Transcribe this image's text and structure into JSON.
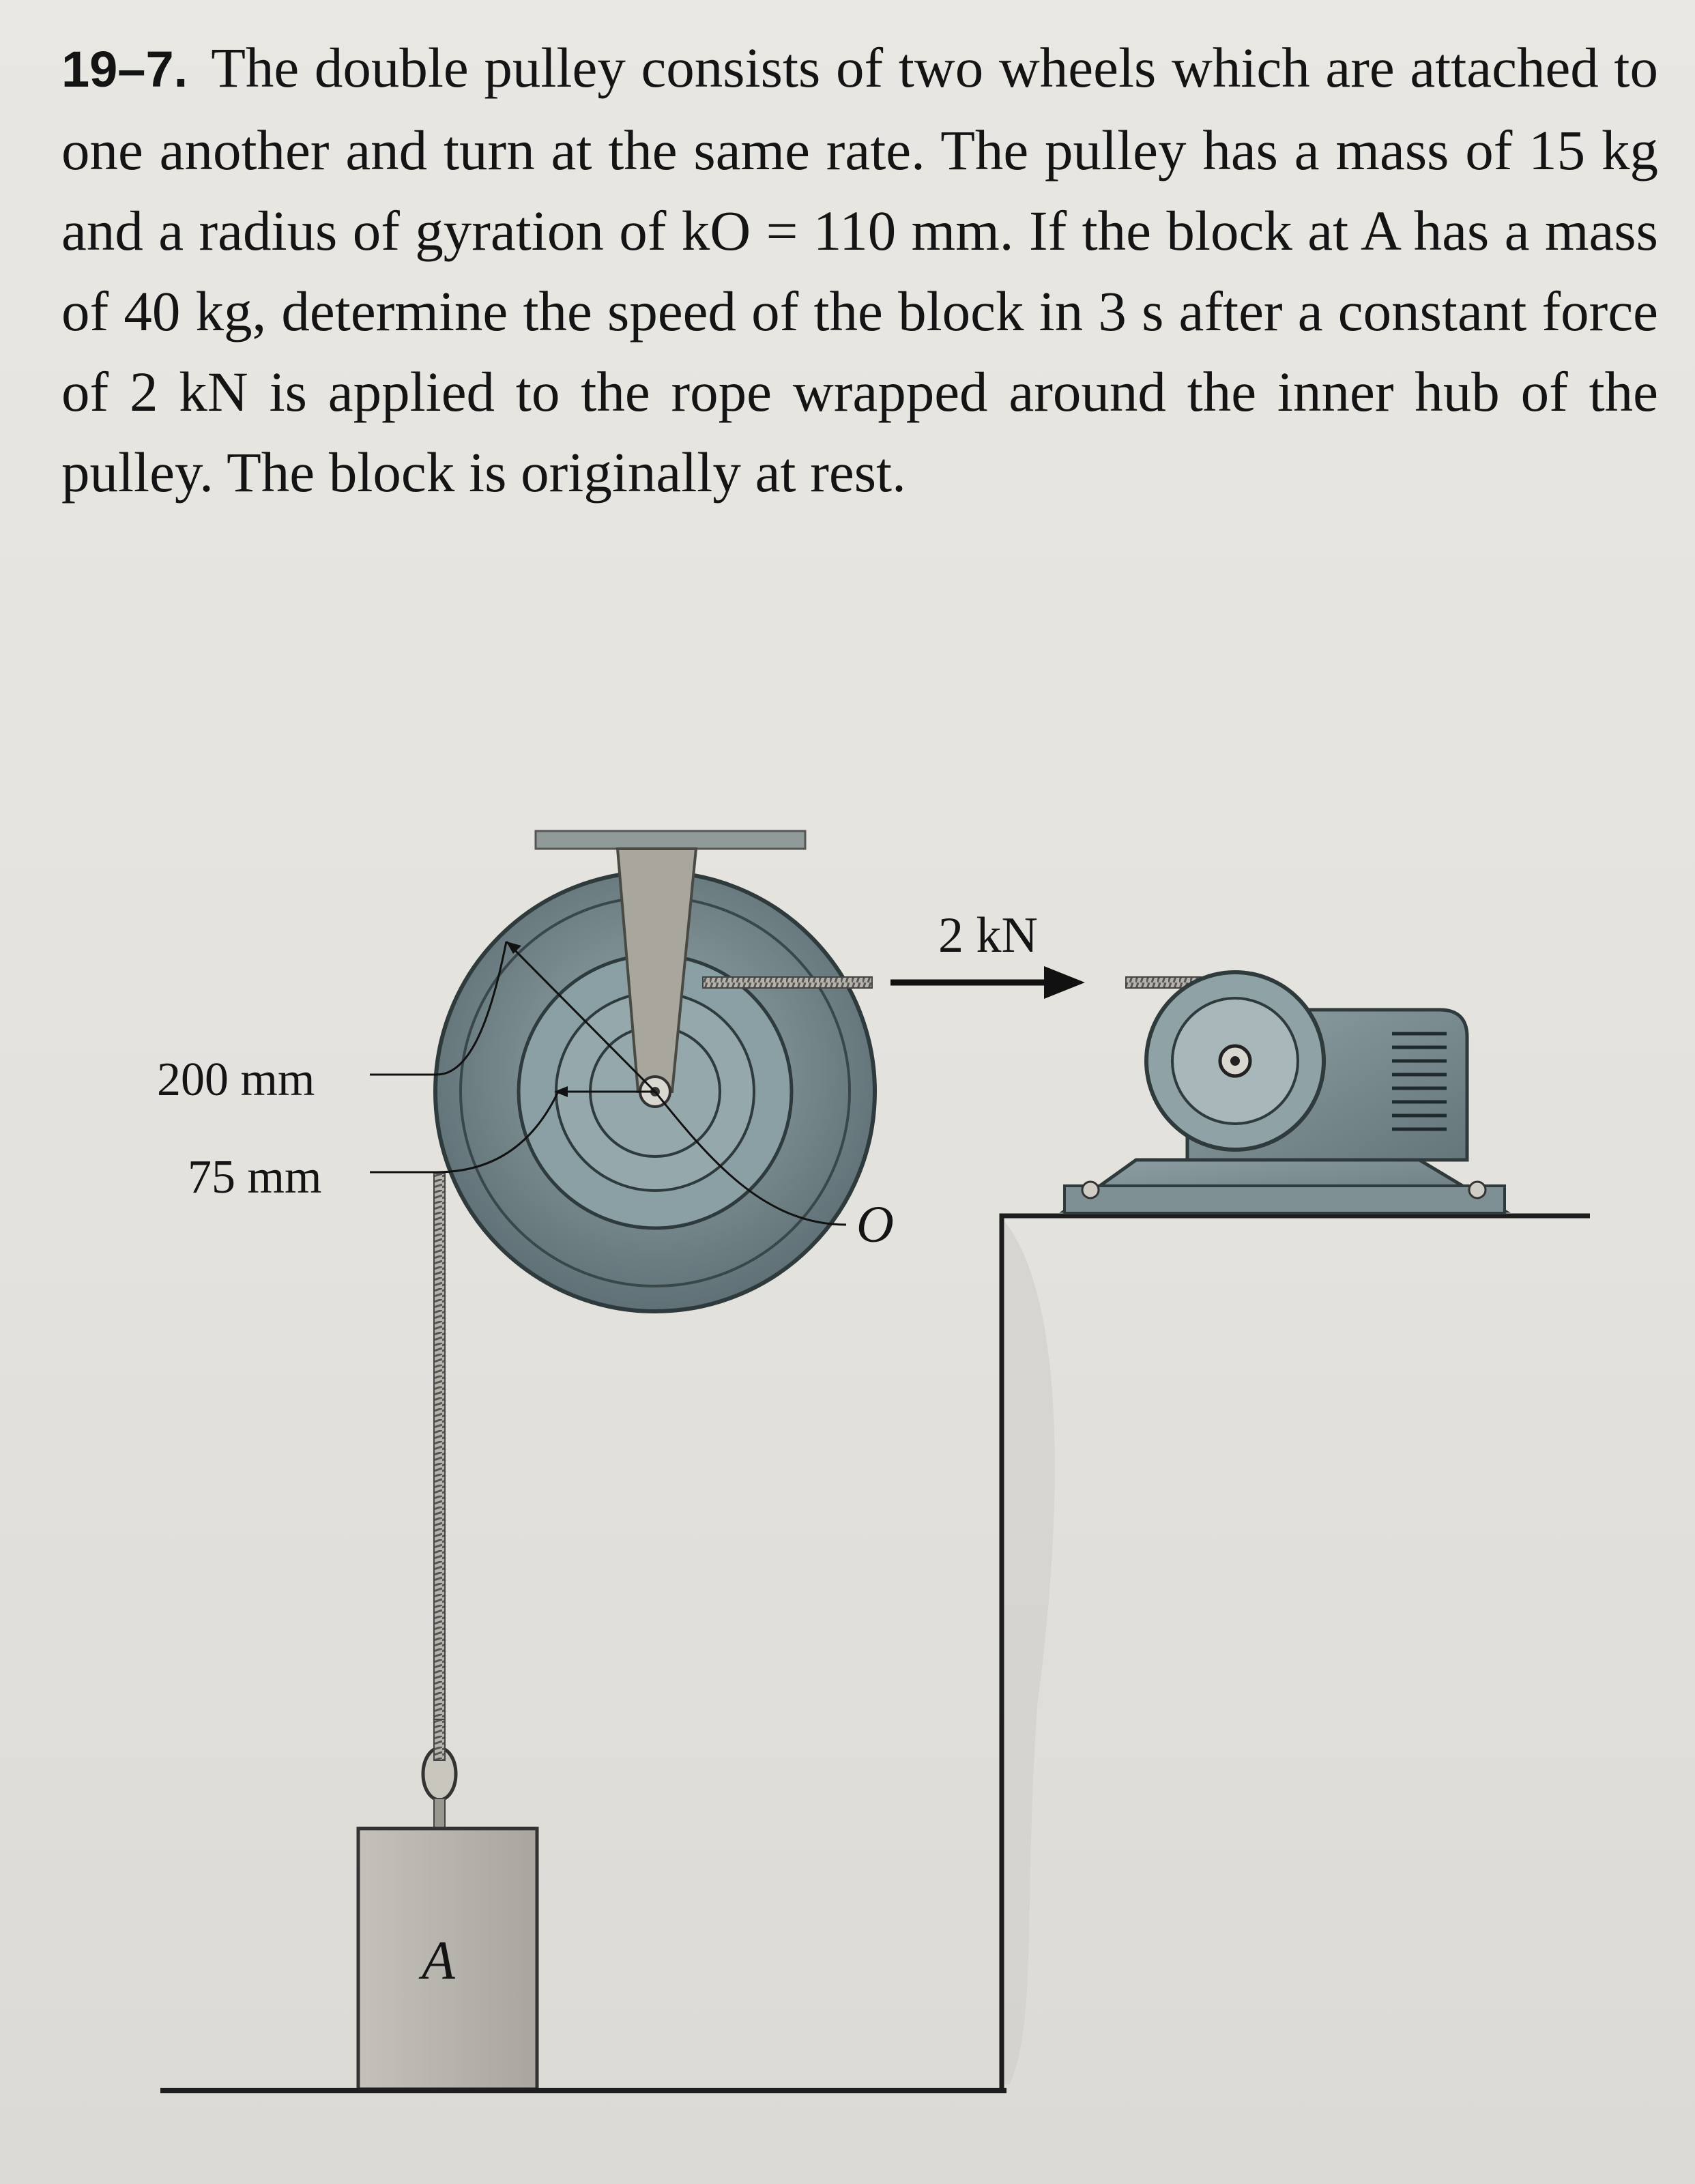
{
  "problem": {
    "number": "19–7.",
    "text": "The double pulley consists of two wheels which are attached to one another and turn at the same rate. The pulley has a mass of 15 kg and a radius of gyration of kO = 110 mm. If the block at A has a mass of 40 kg, determine the speed of the block in 3 s after a constant force of 2 kN is applied to the rope wrapped around the inner hub of the pulley. The block is originally at rest."
  },
  "figure": {
    "force_label": "2 kN",
    "outer_radius_label": "200 mm",
    "inner_radius_label": "75 mm",
    "center_label": "O",
    "block_label": "A"
  },
  "colors": {
    "pulley_outer": "#6f8287",
    "pulley_inner": "#8c9ea2",
    "block": "#b7b4ad",
    "motor": "#7d8d91",
    "ground": "#2a2a2a"
  }
}
